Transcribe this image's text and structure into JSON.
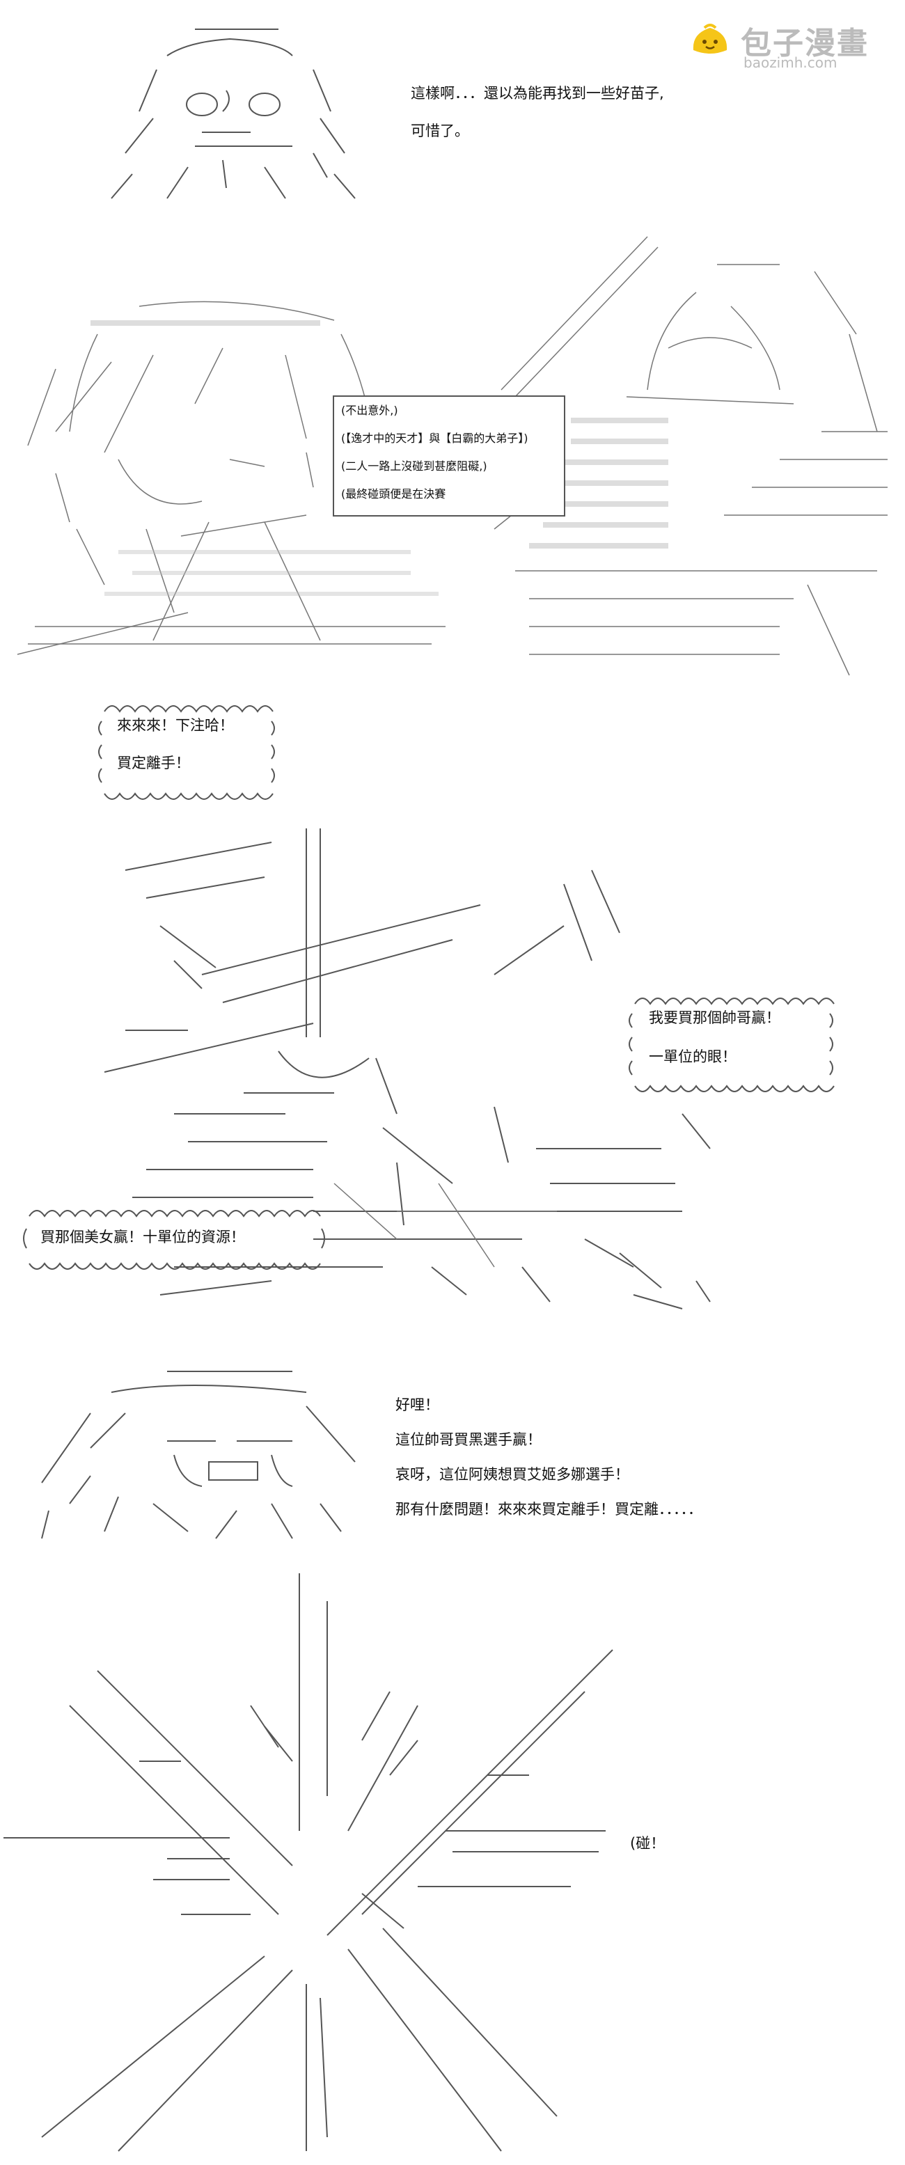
{
  "logo": {
    "title": "包子漫畫",
    "url": "baozimh.com",
    "colors": {
      "icon": "#f5c518",
      "text": "#bbbbbb"
    }
  },
  "panel1": {
    "lines": [
      "這樣啊．．．還以為能再找到一些好苗子,",
      "可惜了。"
    ]
  },
  "panel2": {
    "box_lines": [
      "(不出意外,)",
      "(【逸才中的天才】與【白霸的大弟子】)",
      "(二人一路上沒碰到甚麼阻礙,)",
      "(最終碰頭便是在決賽"
    ]
  },
  "panel3": {
    "bubble_lines": [
      "來來來！下注哈！",
      "買定離手！"
    ]
  },
  "panel4": {
    "bubble_right": [
      "我要買那個帥哥贏！",
      "一單位的眼！"
    ],
    "bubble_left": "買那個美女贏！十單位的資源！"
  },
  "panel5": {
    "lines": [
      "好哩！",
      "這位帥哥買黑選手贏！",
      "哀呀，這位阿姨想買艾姬多娜選手！",
      "那有什麼問題！來來來買定離手！買定離．．．．．"
    ]
  },
  "panel6": {
    "sfx": "(碰！"
  }
}
